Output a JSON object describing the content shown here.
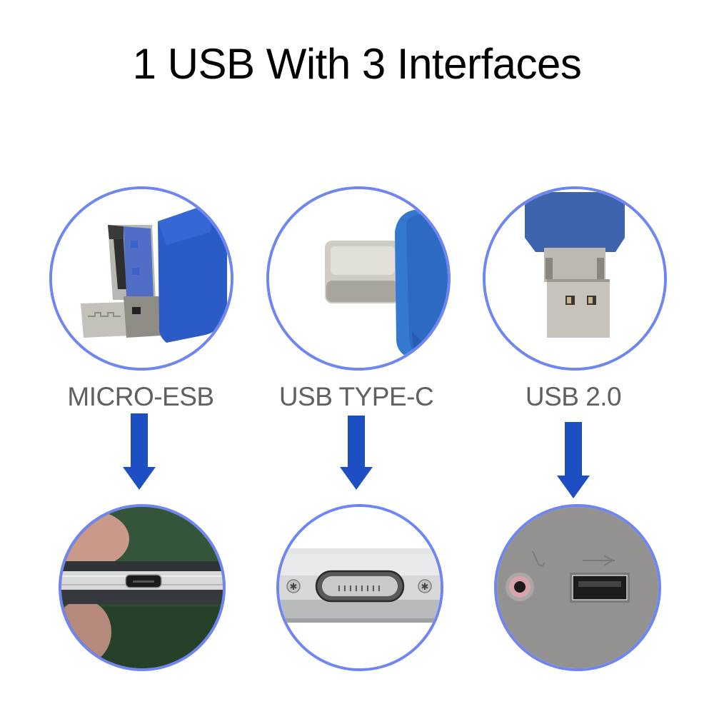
{
  "title": "1 USB With 3 Interfaces",
  "colors": {
    "circle_border": "#6f86f2",
    "arrow": "#1e4fc2",
    "label_text": "#606060",
    "title_text": "#000000",
    "drive_blue": "#2a5bc6"
  },
  "interfaces": [
    {
      "label": "MICRO-ESB",
      "connector_image": "micro-usb-otg-connector-with-blue-cap",
      "device_image": "phone-micro-usb-port"
    },
    {
      "label": "USB TYPE-C",
      "connector_image": "usb-type-c-connector-with-blue-cap",
      "device_image": "type-c-port-on-silver-device"
    },
    {
      "label": "USB 2.0",
      "connector_image": "usb-a-connector-with-blue-cap",
      "device_image": "pc-front-panel-usb-port-and-audio-jack"
    }
  ],
  "arrow_icon": "down-arrow-icon"
}
